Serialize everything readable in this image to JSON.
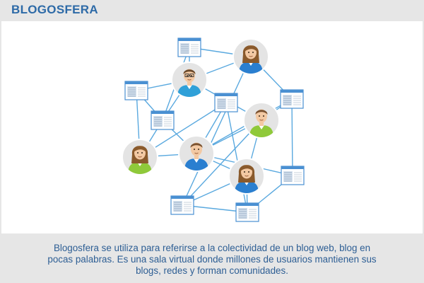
{
  "header": {
    "title": "BLOGOSFERA"
  },
  "caption": {
    "text": "Blogosfera se utiliza para referirse a la colectividad de un blog web, blog en pocas palabras. Es una sala virtual donde millones de usuarios mantienen sus blogs, redes y forman comunidades."
  },
  "colors": {
    "title": "#2d6aa7",
    "caption": "#2d5e94",
    "edge": "#5aa9df",
    "person_circle": "#e4e4e4",
    "shirt_blue": "#2a7fd0",
    "shirt_green": "#8fc93a",
    "blog_window": "#4a90d2"
  },
  "diagram": {
    "nodes": [
      {
        "id": "B1",
        "kind": "blog"
      },
      {
        "id": "B2",
        "kind": "blog"
      },
      {
        "id": "B3",
        "kind": "blog"
      },
      {
        "id": "B4",
        "kind": "blog"
      },
      {
        "id": "B5",
        "kind": "blog"
      },
      {
        "id": "B6",
        "kind": "blog"
      },
      {
        "id": "B7",
        "kind": "blog"
      },
      {
        "id": "B8",
        "kind": "blog"
      },
      {
        "id": "P1",
        "kind": "person",
        "person": "woman",
        "shirt": "blue"
      },
      {
        "id": "P2",
        "kind": "person",
        "person": "man-glasses",
        "shirt": "teal"
      },
      {
        "id": "P3",
        "kind": "person",
        "person": "man",
        "shirt": "green"
      },
      {
        "id": "P4",
        "kind": "person",
        "person": "woman",
        "shirt": "green"
      },
      {
        "id": "P5",
        "kind": "person",
        "person": "man",
        "shirt": "blue"
      },
      {
        "id": "P6",
        "kind": "person",
        "person": "woman",
        "shirt": "blue"
      }
    ],
    "edges": [
      [
        "B1",
        "P1"
      ],
      [
        "B1",
        "P2"
      ],
      [
        "B1",
        "B4"
      ],
      [
        "P1",
        "P2"
      ],
      [
        "P1",
        "B3"
      ],
      [
        "P1",
        "B8"
      ],
      [
        "P2",
        "B2"
      ],
      [
        "P2",
        "B4"
      ],
      [
        "P2",
        "P3"
      ],
      [
        "B2",
        "B4"
      ],
      [
        "B2",
        "P4"
      ],
      [
        "B3",
        "P3"
      ],
      [
        "B3",
        "P5"
      ],
      [
        "B3",
        "B6"
      ],
      [
        "B4",
        "P4"
      ],
      [
        "B4",
        "P5"
      ],
      [
        "P3",
        "P5"
      ],
      [
        "P3",
        "P6"
      ],
      [
        "P3",
        "B8"
      ],
      [
        "P4",
        "P5"
      ],
      [
        "P4",
        "B5"
      ],
      [
        "P5",
        "B5"
      ],
      [
        "P5",
        "B6"
      ],
      [
        "P5",
        "P6"
      ],
      [
        "B5",
        "B7"
      ],
      [
        "P6",
        "B7"
      ],
      [
        "P6",
        "B8"
      ],
      [
        "B6",
        "B7"
      ],
      [
        "B7",
        "B8"
      ]
    ]
  }
}
